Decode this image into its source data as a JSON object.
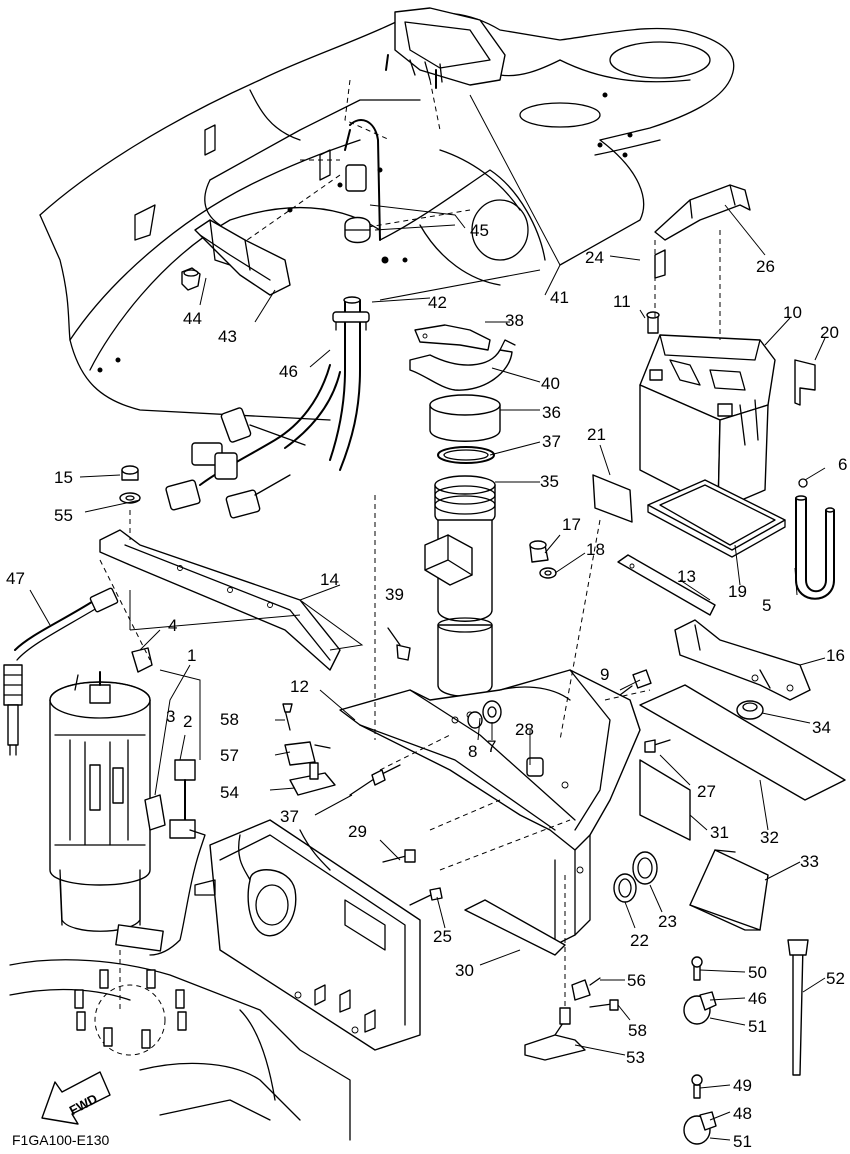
{
  "figure_code": "F1GA100-E130",
  "fwd_label": "FWD",
  "callouts": [
    {
      "id": "c1",
      "label": "1"
    },
    {
      "id": "c2",
      "label": "2"
    },
    {
      "id": "c3",
      "label": "3"
    },
    {
      "id": "c4",
      "label": "4"
    },
    {
      "id": "c5",
      "label": "5"
    },
    {
      "id": "c6",
      "label": "6"
    },
    {
      "id": "c7",
      "label": "7"
    },
    {
      "id": "c8",
      "label": "8"
    },
    {
      "id": "c9",
      "label": "9"
    },
    {
      "id": "c10",
      "label": "10"
    },
    {
      "id": "c11",
      "label": "11"
    },
    {
      "id": "c12",
      "label": "12"
    },
    {
      "id": "c13",
      "label": "13"
    },
    {
      "id": "c14",
      "label": "14"
    },
    {
      "id": "c15",
      "label": "15"
    },
    {
      "id": "c16",
      "label": "16"
    },
    {
      "id": "c17",
      "label": "17"
    },
    {
      "id": "c18",
      "label": "18"
    },
    {
      "id": "c19",
      "label": "19"
    },
    {
      "id": "c20",
      "label": "20"
    },
    {
      "id": "c21",
      "label": "21"
    },
    {
      "id": "c22",
      "label": "22"
    },
    {
      "id": "c23",
      "label": "23"
    },
    {
      "id": "c24",
      "label": "24"
    },
    {
      "id": "c25",
      "label": "25"
    },
    {
      "id": "c26",
      "label": "26"
    },
    {
      "id": "c27",
      "label": "27"
    },
    {
      "id": "c28",
      "label": "28"
    },
    {
      "id": "c29",
      "label": "29"
    },
    {
      "id": "c30",
      "label": "30"
    },
    {
      "id": "c31",
      "label": "31"
    },
    {
      "id": "c32",
      "label": "32"
    },
    {
      "id": "c33",
      "label": "33"
    },
    {
      "id": "c34",
      "label": "34"
    },
    {
      "id": "c35",
      "label": "35"
    },
    {
      "id": "c36",
      "label": "36"
    },
    {
      "id": "c37a",
      "label": "37"
    },
    {
      "id": "c37b",
      "label": "37"
    },
    {
      "id": "c38",
      "label": "38"
    },
    {
      "id": "c39",
      "label": "39"
    },
    {
      "id": "c40",
      "label": "40"
    },
    {
      "id": "c41",
      "label": "41"
    },
    {
      "id": "c42",
      "label": "42"
    },
    {
      "id": "c43",
      "label": "43"
    },
    {
      "id": "c44",
      "label": "44"
    },
    {
      "id": "c45",
      "label": "45"
    },
    {
      "id": "c46a",
      "label": "46"
    },
    {
      "id": "c46b",
      "label": "46"
    },
    {
      "id": "c47",
      "label": "47"
    },
    {
      "id": "c48",
      "label": "48"
    },
    {
      "id": "c49",
      "label": "49"
    },
    {
      "id": "c50",
      "label": "50"
    },
    {
      "id": "c51a",
      "label": "51"
    },
    {
      "id": "c51b",
      "label": "51"
    },
    {
      "id": "c52",
      "label": "52"
    },
    {
      "id": "c53",
      "label": "53"
    },
    {
      "id": "c54",
      "label": "54"
    },
    {
      "id": "c55",
      "label": "55"
    },
    {
      "id": "c56",
      "label": "56"
    },
    {
      "id": "c57",
      "label": "57"
    },
    {
      "id": "c58a",
      "label": "58"
    },
    {
      "id": "c58b",
      "label": "58"
    }
  ]
}
